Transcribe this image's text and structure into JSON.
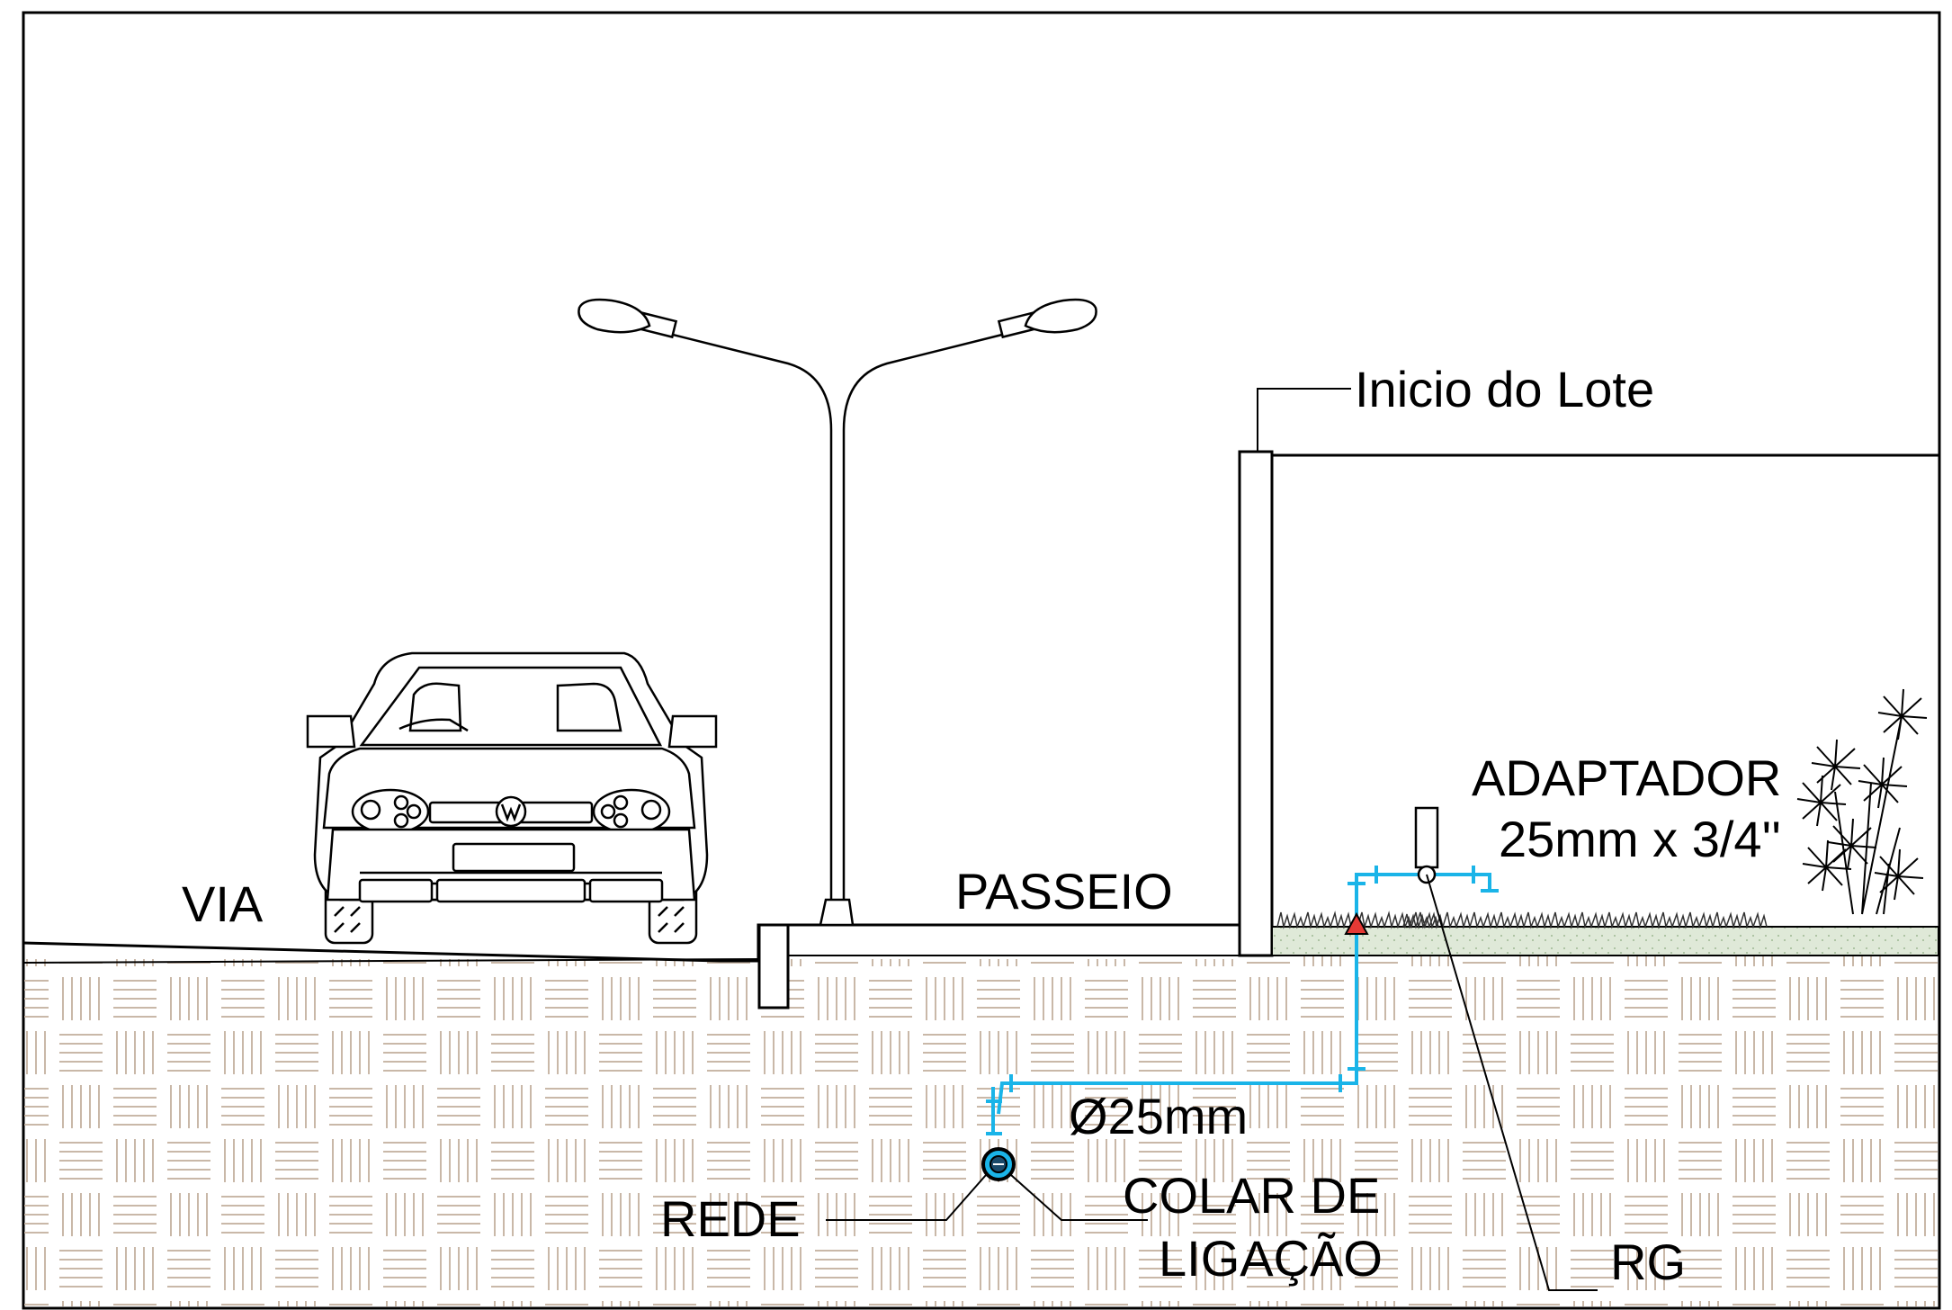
{
  "labels": {
    "via": "VIA",
    "passeio": "PASSEIO",
    "inicio_do_lote": "Inicio do Lote",
    "adaptador_line1": "ADAPTADOR",
    "adaptador_line2": "25mm x 3/4''",
    "diametro": "Ø25mm",
    "rede": "REDE",
    "colar_line1": "COLAR DE",
    "colar_line2": "LIGAÇÃO",
    "rg": "RG"
  },
  "colors": {
    "pipe": "#1ab4e8",
    "soil_hatch": "#c9b8a8",
    "line": "#000000",
    "warning_marker": "#e53935",
    "grass_tint": "#dfe9d8"
  },
  "icons": {
    "car": "car-front-icon",
    "street_lamp": "street-lamp-icon",
    "plants": "palm-plants-icon",
    "warning_marker": "triangle-marker-icon"
  }
}
